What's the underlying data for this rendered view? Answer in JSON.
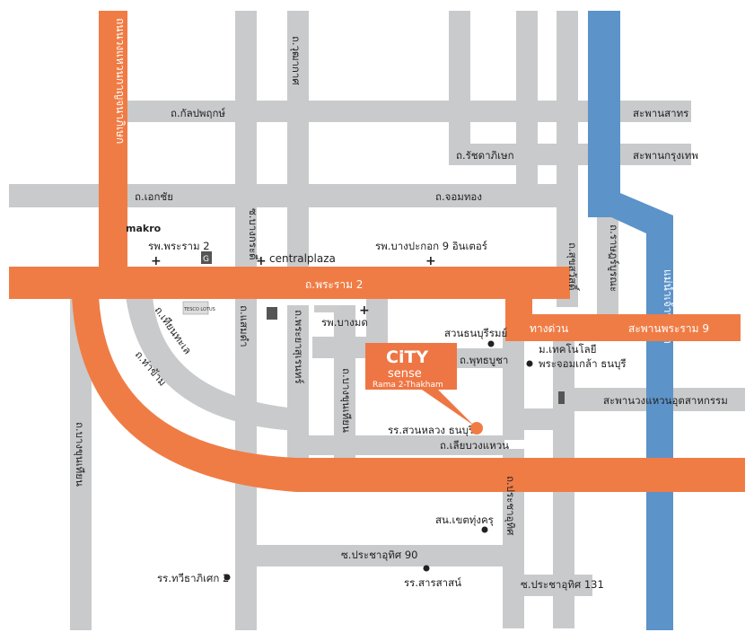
{
  "colors": {
    "road": "#c9cacc",
    "main_road": "#f07c45",
    "river": "#5c93c9",
    "river_edge": "#3c6f9f",
    "marker": "#f07c45",
    "dot": "#222222",
    "hospital_cross": "#222222",
    "label_text": "#222222",
    "badge_bg": "#ee7644"
  },
  "brand": {
    "logo_top": "CiTY",
    "logo_bottom": "sense",
    "subtitle": "Rama 2-Thakham"
  },
  "roads": {
    "rama2": "ถ.พระราม 2",
    "kanlapaphruek": "ถ.กัลปพฤกษ์",
    "ratchadaphisek": "ถ.รัชดาภิเษก",
    "ekkachai": "ถ.เอกชัย",
    "chom_thong": "ถ.จอมทอง",
    "phutthabucha": "ถ.พุทธบูชา",
    "tien_talay": "ถ.เทียนทะเล",
    "samae_dam": "ถ.แสมดำ",
    "bang_khun_thian": "ถ.บางขุนเทียน",
    "thakham": "ถ.ท่าข้าม",
    "kanchanaphisek": "ถนนวงแหวนกาญจนาภิเษก",
    "bang_kradi": "ซ.บางกระดี่",
    "wutthakat": "ถ.วุฒากาศ",
    "suk_sawat": "ถ.สุขสวัสดิ์",
    "ratburana": "ถ.ราษฎร์บูรณะ",
    "pracha_uthit": "ถ.ประชาอุทิศ",
    "thian_ruam_mit": "ถ.พระยาสุเรนทร์",
    "kanchana_ring": "ถ.เลียบวงแหวน",
    "soi_pracha_uthit_90": "ซ.ประชาอุทิศ 90",
    "soi_pracha_uthit_131": "ซ.ประชาอุทิศ 131",
    "expressway": "ทางด่วน"
  },
  "bridges": {
    "sathorn": "สะพานสาทร",
    "krungthep": "สะพานกรุงเทพ",
    "rama9": "สะพานพระราม 9",
    "industrial_ring": "สะพานวงแหวนอุตสาหกรรม"
  },
  "river": {
    "name": "แม่น้ำเจ้าพระยา"
  },
  "places": {
    "makro": "makro",
    "rama2_hospital": "รพ.พระราม 2",
    "central_plaza": "centralplaza",
    "bangprakok_hospital": "รพ.บางปะกอก 9 อินเตอร์",
    "bangmod_hospital": "รพ.บางมด",
    "kmutt": "มหาวิทยาลัยเทคโนโลยีพระจอมเกล้า ธนบุรี",
    "kmutt_line1": "ม.เทคโนโลยี",
    "kmutt_line2": "พระจอมเกล้า ธนบุรี",
    "suanthon": "สวนธนบุรีรมย์",
    "school_suanthon": "รร.สวนหลวง ธนบุรี",
    "wat_phutthabucha": "ถ.พุทธบูชา",
    "school_thawee": "รร.ทวีธาภิเศก 2",
    "school_sarasas": "รร.สารสาสน์",
    "temple_yai": "สน.เขตทุ่งครุ",
    "bangkhuntian_soi": "ซ.บางกระดี่",
    "store_g": "G",
    "tesco": "TESCO LOTUS"
  }
}
